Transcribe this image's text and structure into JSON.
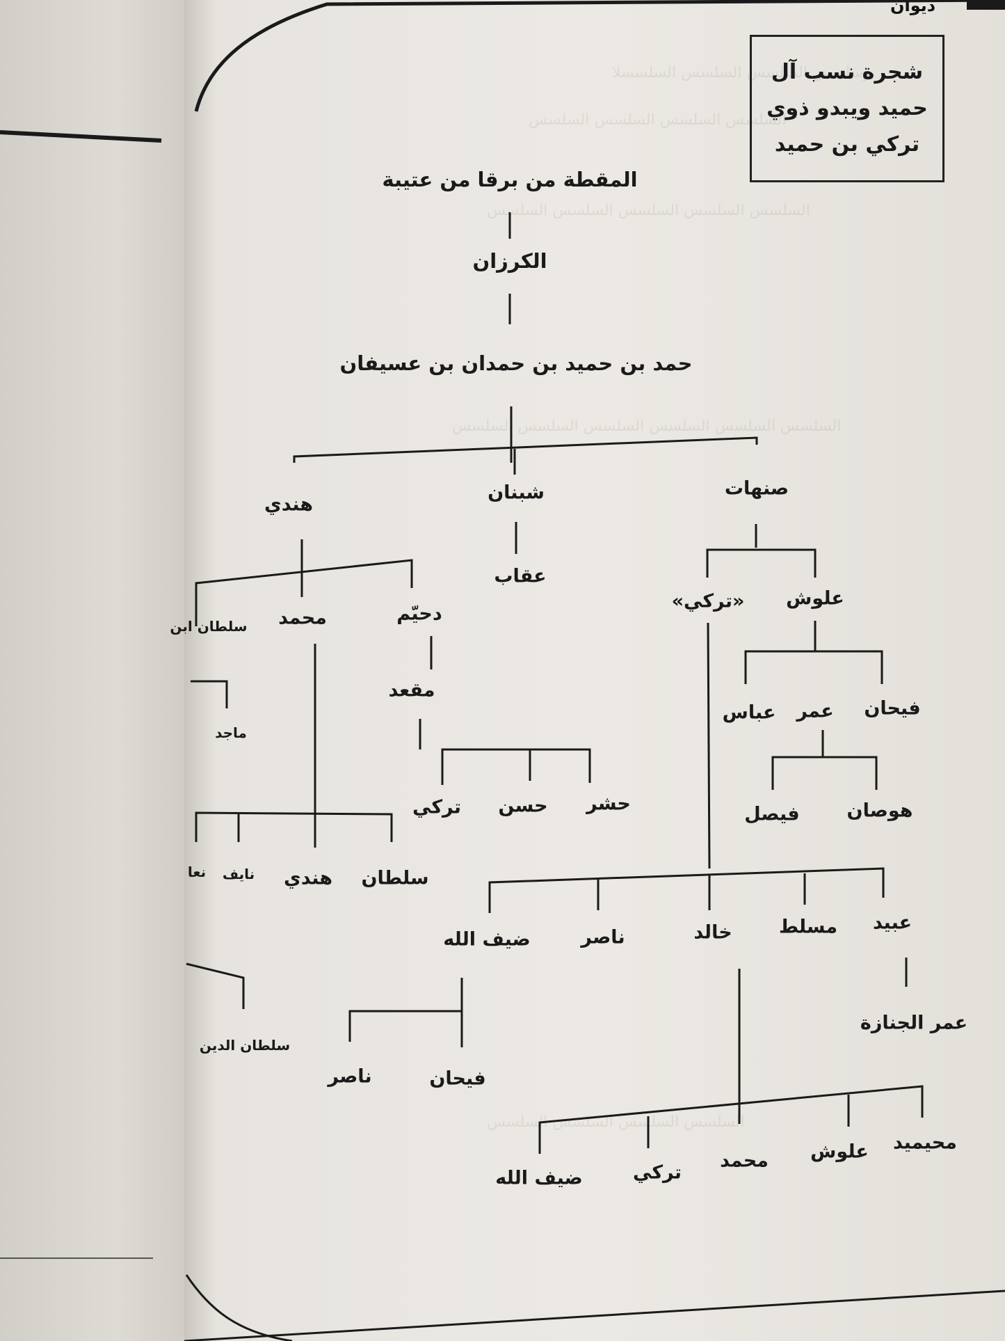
{
  "header": {
    "running_head": "ديوان"
  },
  "title_box": {
    "lines": [
      "شجرة نسب آل",
      "حميد ويبدو ذوي",
      "تركي بن حميد"
    ]
  },
  "tree": {
    "n_root": "المقطة من برقا من عتيبة",
    "n_kurzan": "الكرزان",
    "n_hamad": "حمد بن حميد بن حمدان بن عسيفان",
    "n_sanhat": "صنهات",
    "n_shabnan": "شبنان",
    "n_hindi": "هندي",
    "n_aqqab": "عقاب",
    "n_allush": "علوش",
    "n_turki_q": "«تركي»",
    "n_fayhan1": "فيحان",
    "n_umar": "عمر",
    "n_abbas": "عباس",
    "n_husan": "هوصان",
    "n_faysal": "فيصل",
    "n_duhaym": "دحيّم",
    "n_muhammad1": "محمد",
    "n_sultan_ibn": "سلطان ابن",
    "n_muqid": "مقعد",
    "n_hashr": "حشر",
    "n_hasan": "حسن",
    "n_turki2": "تركي",
    "n_majid": "ماجد",
    "n_sultan2": "سلطان",
    "n_hindi2": "هندي",
    "n_nayif": "نايف",
    "n_naif_cut": "نعا",
    "n_sultan_din": "سلطان الدين",
    "n_ubayd": "عبيد",
    "n_musallat": "مسلط",
    "n_khalid": "خالد",
    "n_nasir1": "ناصر",
    "n_dayfallah1": "ضيف الله",
    "n_umar_jinaza": "عمر الجنازة",
    "n_fayhan2": "فيحان",
    "n_nasir2": "ناصر",
    "n_muhaymid": "محيميد",
    "n_allush2": "علوش",
    "n_muhammad2": "محمد",
    "n_turki3": "تركي",
    "n_dayfallah2": "ضيف الله"
  },
  "colors": {
    "ink": "#1a1a1a",
    "paper": "#e9e6e1",
    "paper_shadow": "#c9c5be"
  }
}
